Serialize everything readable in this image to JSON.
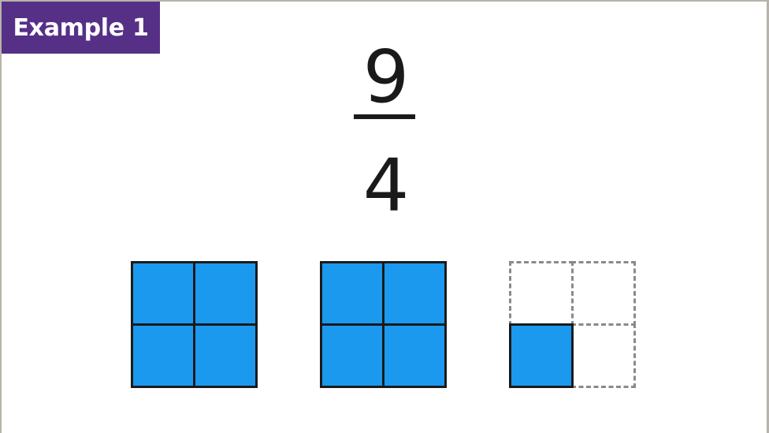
{
  "badge": {
    "label": "Example 1",
    "color": "#563087"
  },
  "fraction": {
    "numerator": "9",
    "denominator": "4"
  },
  "colors": {
    "filled": "#1b99ef",
    "outline": "#1a1a1a",
    "dashed": "#8a8a8a"
  },
  "wholes": [
    {
      "label": "whole-1",
      "cells": [
        "filled",
        "filled",
        "filled",
        "filled"
      ]
    },
    {
      "label": "whole-2",
      "cells": [
        "filled",
        "filled",
        "filled",
        "filled"
      ]
    },
    {
      "label": "whole-3",
      "cells": [
        "empty",
        "empty",
        "filled",
        "empty"
      ]
    }
  ]
}
